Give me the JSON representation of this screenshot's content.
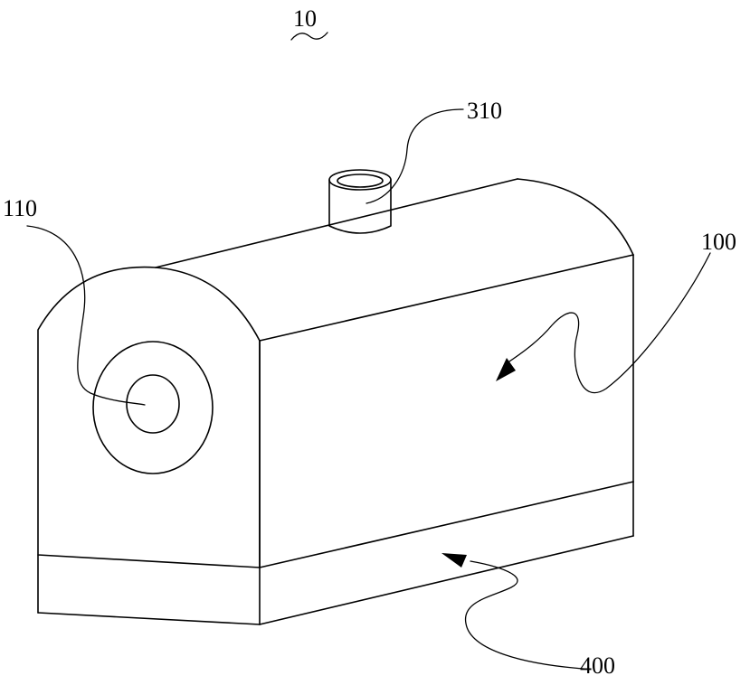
{
  "reference_numerals": {
    "assembly": "10",
    "top_connector": "310",
    "end_port": "110",
    "housing": "100",
    "base": "400"
  },
  "colors": {
    "line": "#000000",
    "background": "#ffffff"
  }
}
